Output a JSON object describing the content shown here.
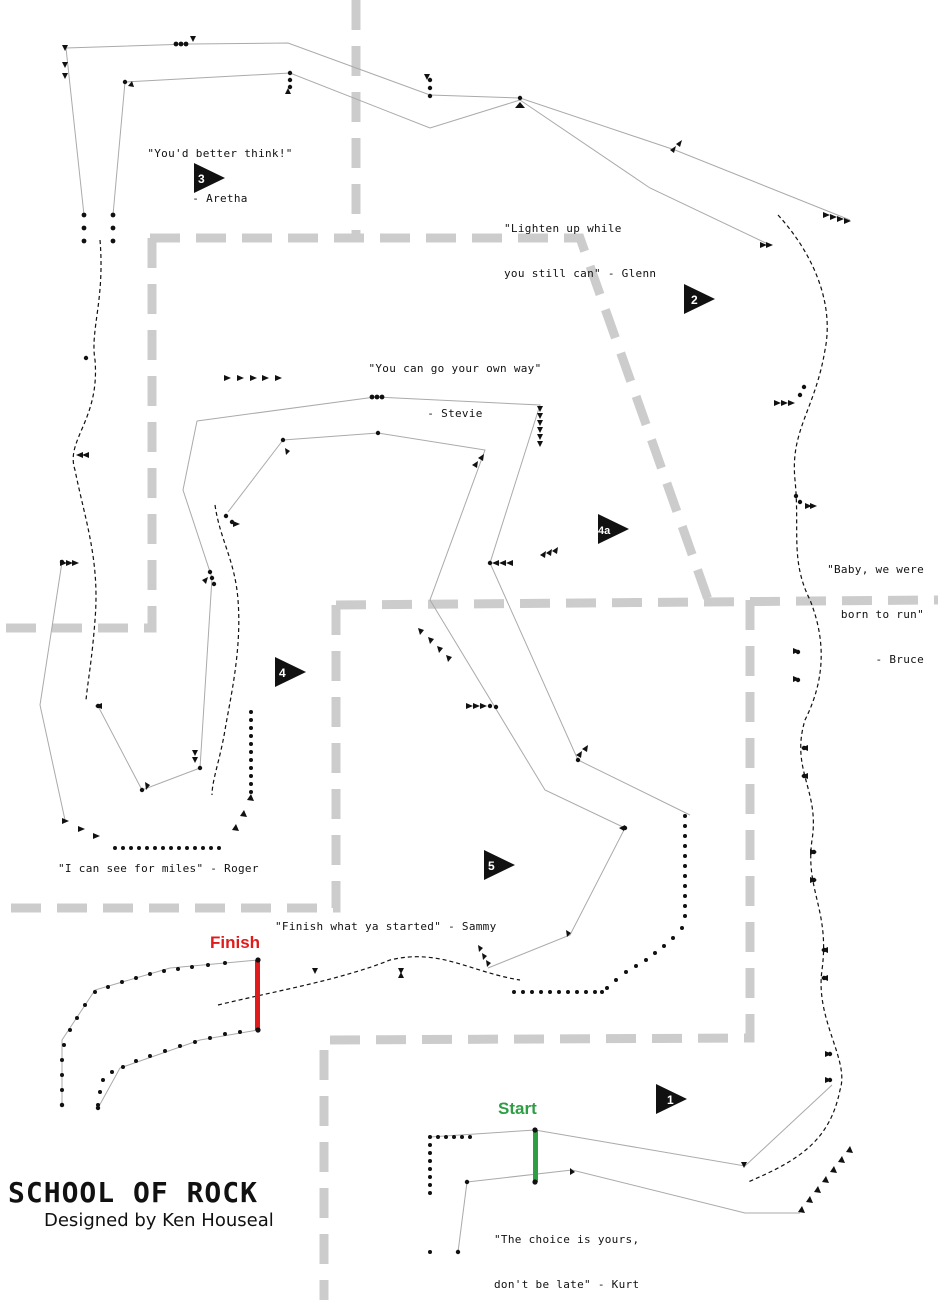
{
  "title": "SCHOOL OF ROCK",
  "subtitle": "Designed by Ken Houseal",
  "labels": {
    "start": "Start",
    "finish": "Finish"
  },
  "quotes": {
    "aretha": [
      "\"You'd better think!\"",
      "- Aretha"
    ],
    "glenn": [
      "\"Lighten up while",
      "you still can\" - Glenn"
    ],
    "stevie": [
      "\"You can go your own way\"",
      "- Stevie"
    ],
    "bruce": [
      "\"Baby, we were",
      "born to run\"",
      "- Bruce"
    ],
    "roger": "\"I can see for miles\" - Roger",
    "sammy": "\"Finish what ya started\" - Sammy",
    "kurt": [
      "\"The choice is yours,",
      "don't be late\" - Kurt"
    ]
  },
  "leg_markers": [
    "1",
    "2",
    "3",
    "4",
    "4a",
    "5"
  ],
  "colors": {
    "start": "#2e9e44",
    "finish": "#e01b1b",
    "ink": "#111111",
    "route": "#aaaaaa",
    "dashed_boundary": "#cccccc"
  }
}
